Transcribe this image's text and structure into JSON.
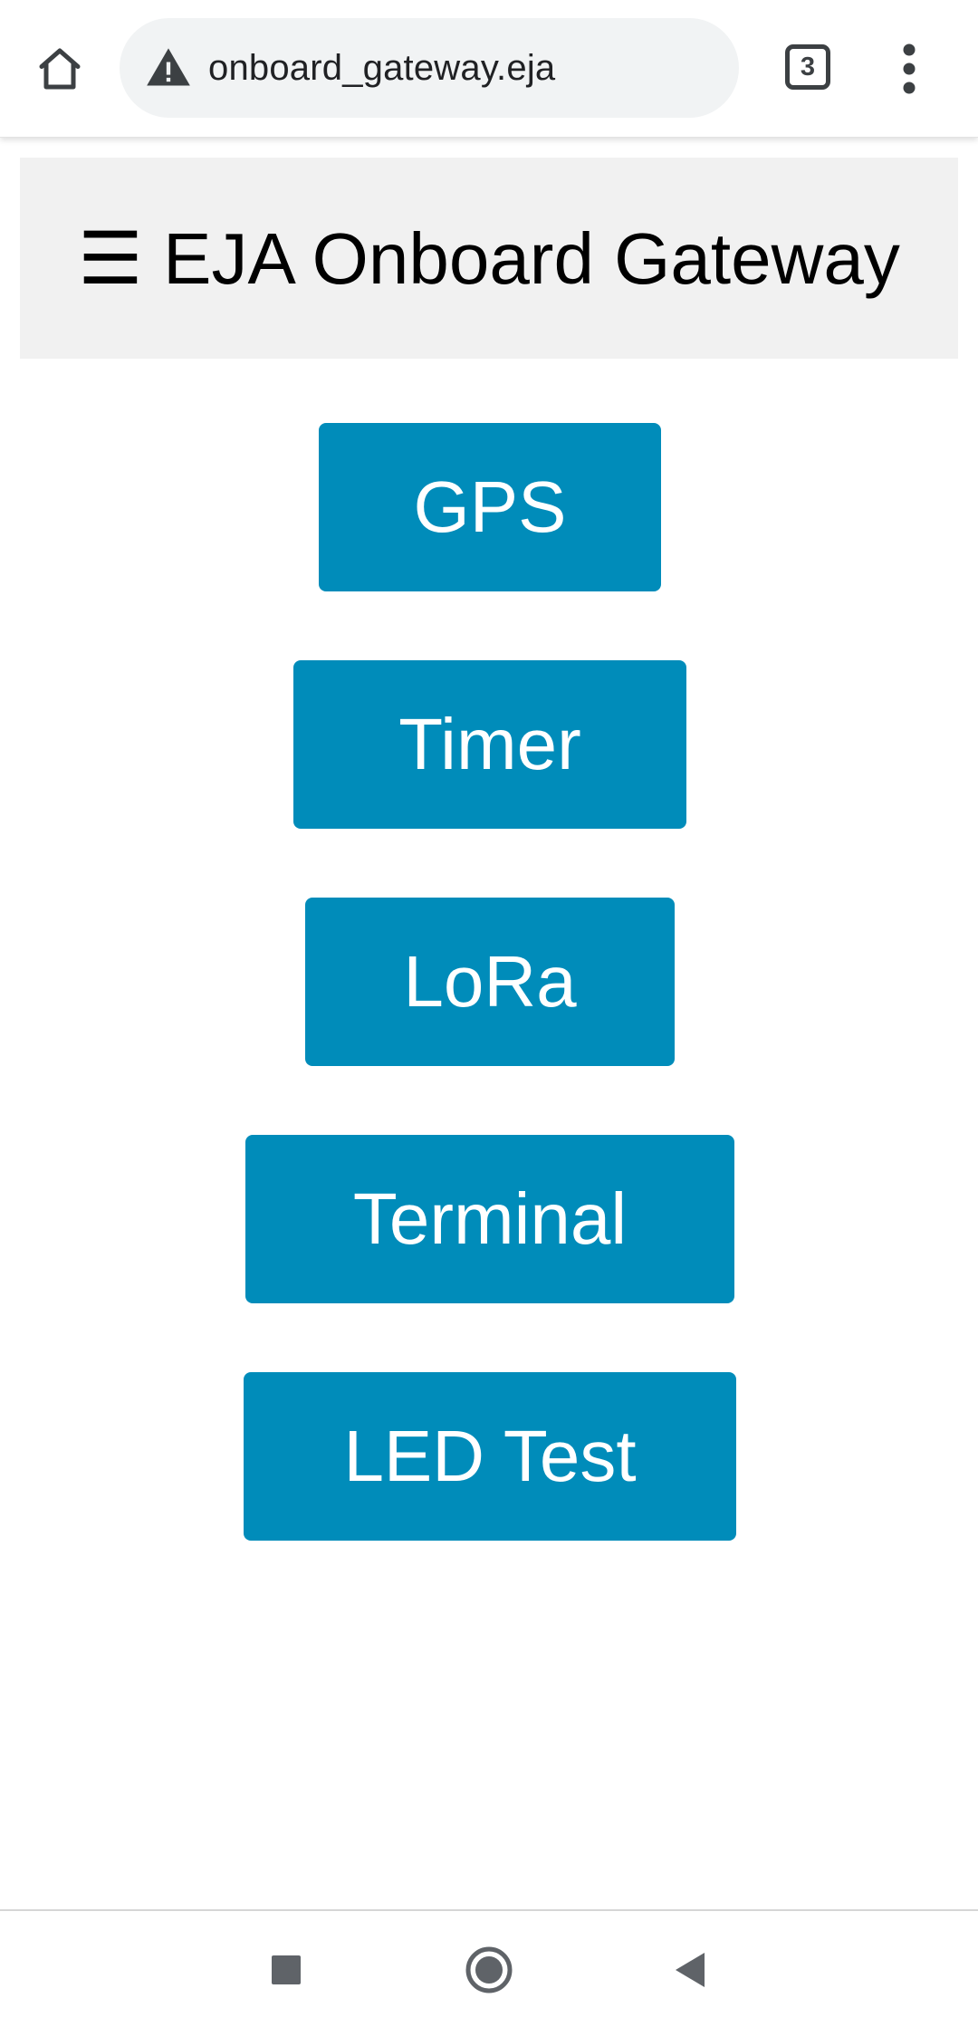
{
  "browser": {
    "url": "onboard_gateway.eja",
    "tab_count": "3",
    "icons": {
      "home": "home-icon",
      "security": "warning-icon",
      "tabs": "tab-switcher-icon",
      "menu": "more-vert-icon"
    }
  },
  "header": {
    "menu_icon": "☰",
    "title": "EJA Onboard Gateway",
    "background": "#f1f1f1"
  },
  "menu": {
    "accent_color": "#008cba",
    "items": [
      {
        "label": "GPS"
      },
      {
        "label": "Timer"
      },
      {
        "label": "LoRa"
      },
      {
        "label": "Terminal"
      },
      {
        "label": "LED Test"
      }
    ]
  },
  "navbar": {
    "icons": [
      "recents-icon",
      "home-circle-icon",
      "back-icon"
    ]
  }
}
